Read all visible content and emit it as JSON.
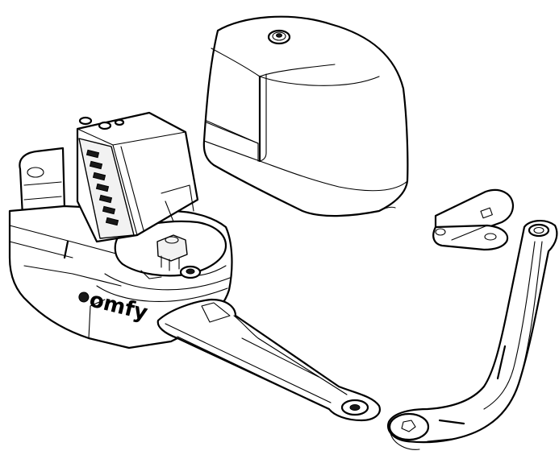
{
  "diagram": {
    "brand_logo_text": "omfy",
    "parts": [
      {
        "name": "motor-cover",
        "icon": "cover-shell-drawing"
      },
      {
        "name": "motor-unit",
        "icon": "gear-motor-drawing"
      },
      {
        "name": "straight-arm",
        "icon": "straight-arm-drawing"
      },
      {
        "name": "curved-arm",
        "icon": "curved-arm-drawing"
      },
      {
        "name": "gate-bracket",
        "icon": "bracket-drawing"
      }
    ],
    "colors": {
      "line": "#000000",
      "background": "#ffffff"
    }
  }
}
